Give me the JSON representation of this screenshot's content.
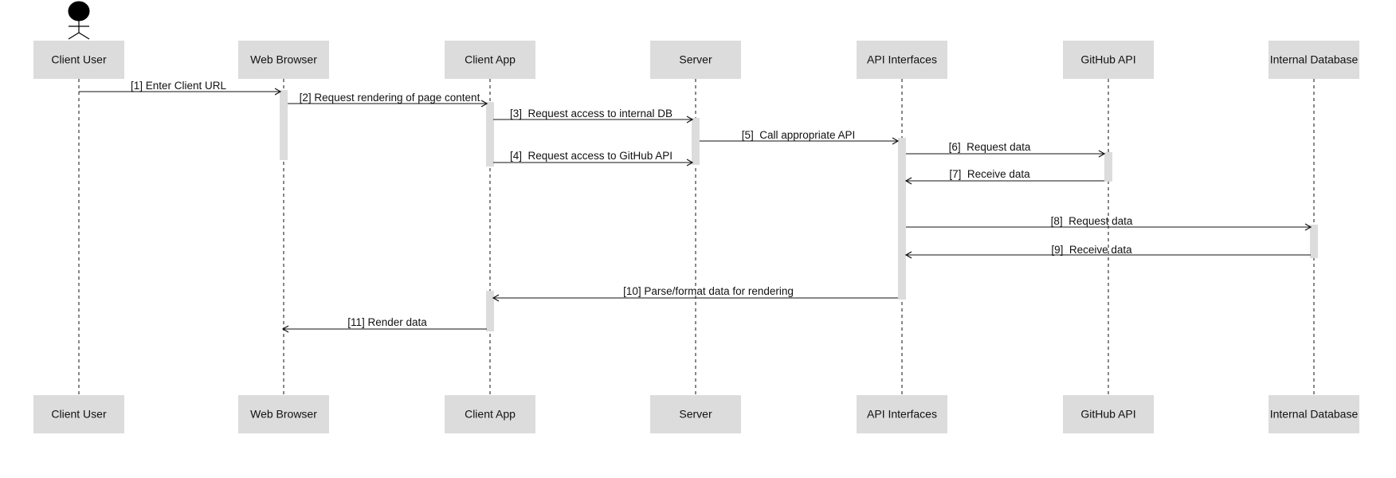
{
  "participants": [
    {
      "id": "client-user",
      "label": "Client User"
    },
    {
      "id": "web-browser",
      "label": "Web Browser"
    },
    {
      "id": "client-app",
      "label": "Client App"
    },
    {
      "id": "server",
      "label": "Server"
    },
    {
      "id": "api-interfaces",
      "label": "API Interfaces"
    },
    {
      "id": "github-api",
      "label": "GitHub API"
    },
    {
      "id": "internal-database",
      "label": "Internal Database"
    }
  ],
  "messages": [
    {
      "label": "[1] Enter Client URL",
      "from": "client-user",
      "to": "web-browser"
    },
    {
      "label": "[2] Request rendering of page content",
      "from": "web-browser",
      "to": "client-app"
    },
    {
      "label": "[3]  Request access to internal DB",
      "from": "client-app",
      "to": "server"
    },
    {
      "label": "[4]  Request access to GitHub API",
      "from": "client-app",
      "to": "server"
    },
    {
      "label": "[5]  Call appropriate API",
      "from": "server",
      "to": "api-interfaces"
    },
    {
      "label": "[6]  Request data",
      "from": "api-interfaces",
      "to": "github-api"
    },
    {
      "label": "[7]  Receive data",
      "from": "github-api",
      "to": "api-interfaces"
    },
    {
      "label": "[8]  Request data",
      "from": "api-interfaces",
      "to": "internal-database"
    },
    {
      "label": "[9]  Receive data",
      "from": "internal-database",
      "to": "api-interfaces"
    },
    {
      "label": "[10] Parse/format data for rendering",
      "from": "api-interfaces",
      "to": "client-app"
    },
    {
      "label": "[11] Render data",
      "from": "client-app",
      "to": "web-browser"
    }
  ]
}
